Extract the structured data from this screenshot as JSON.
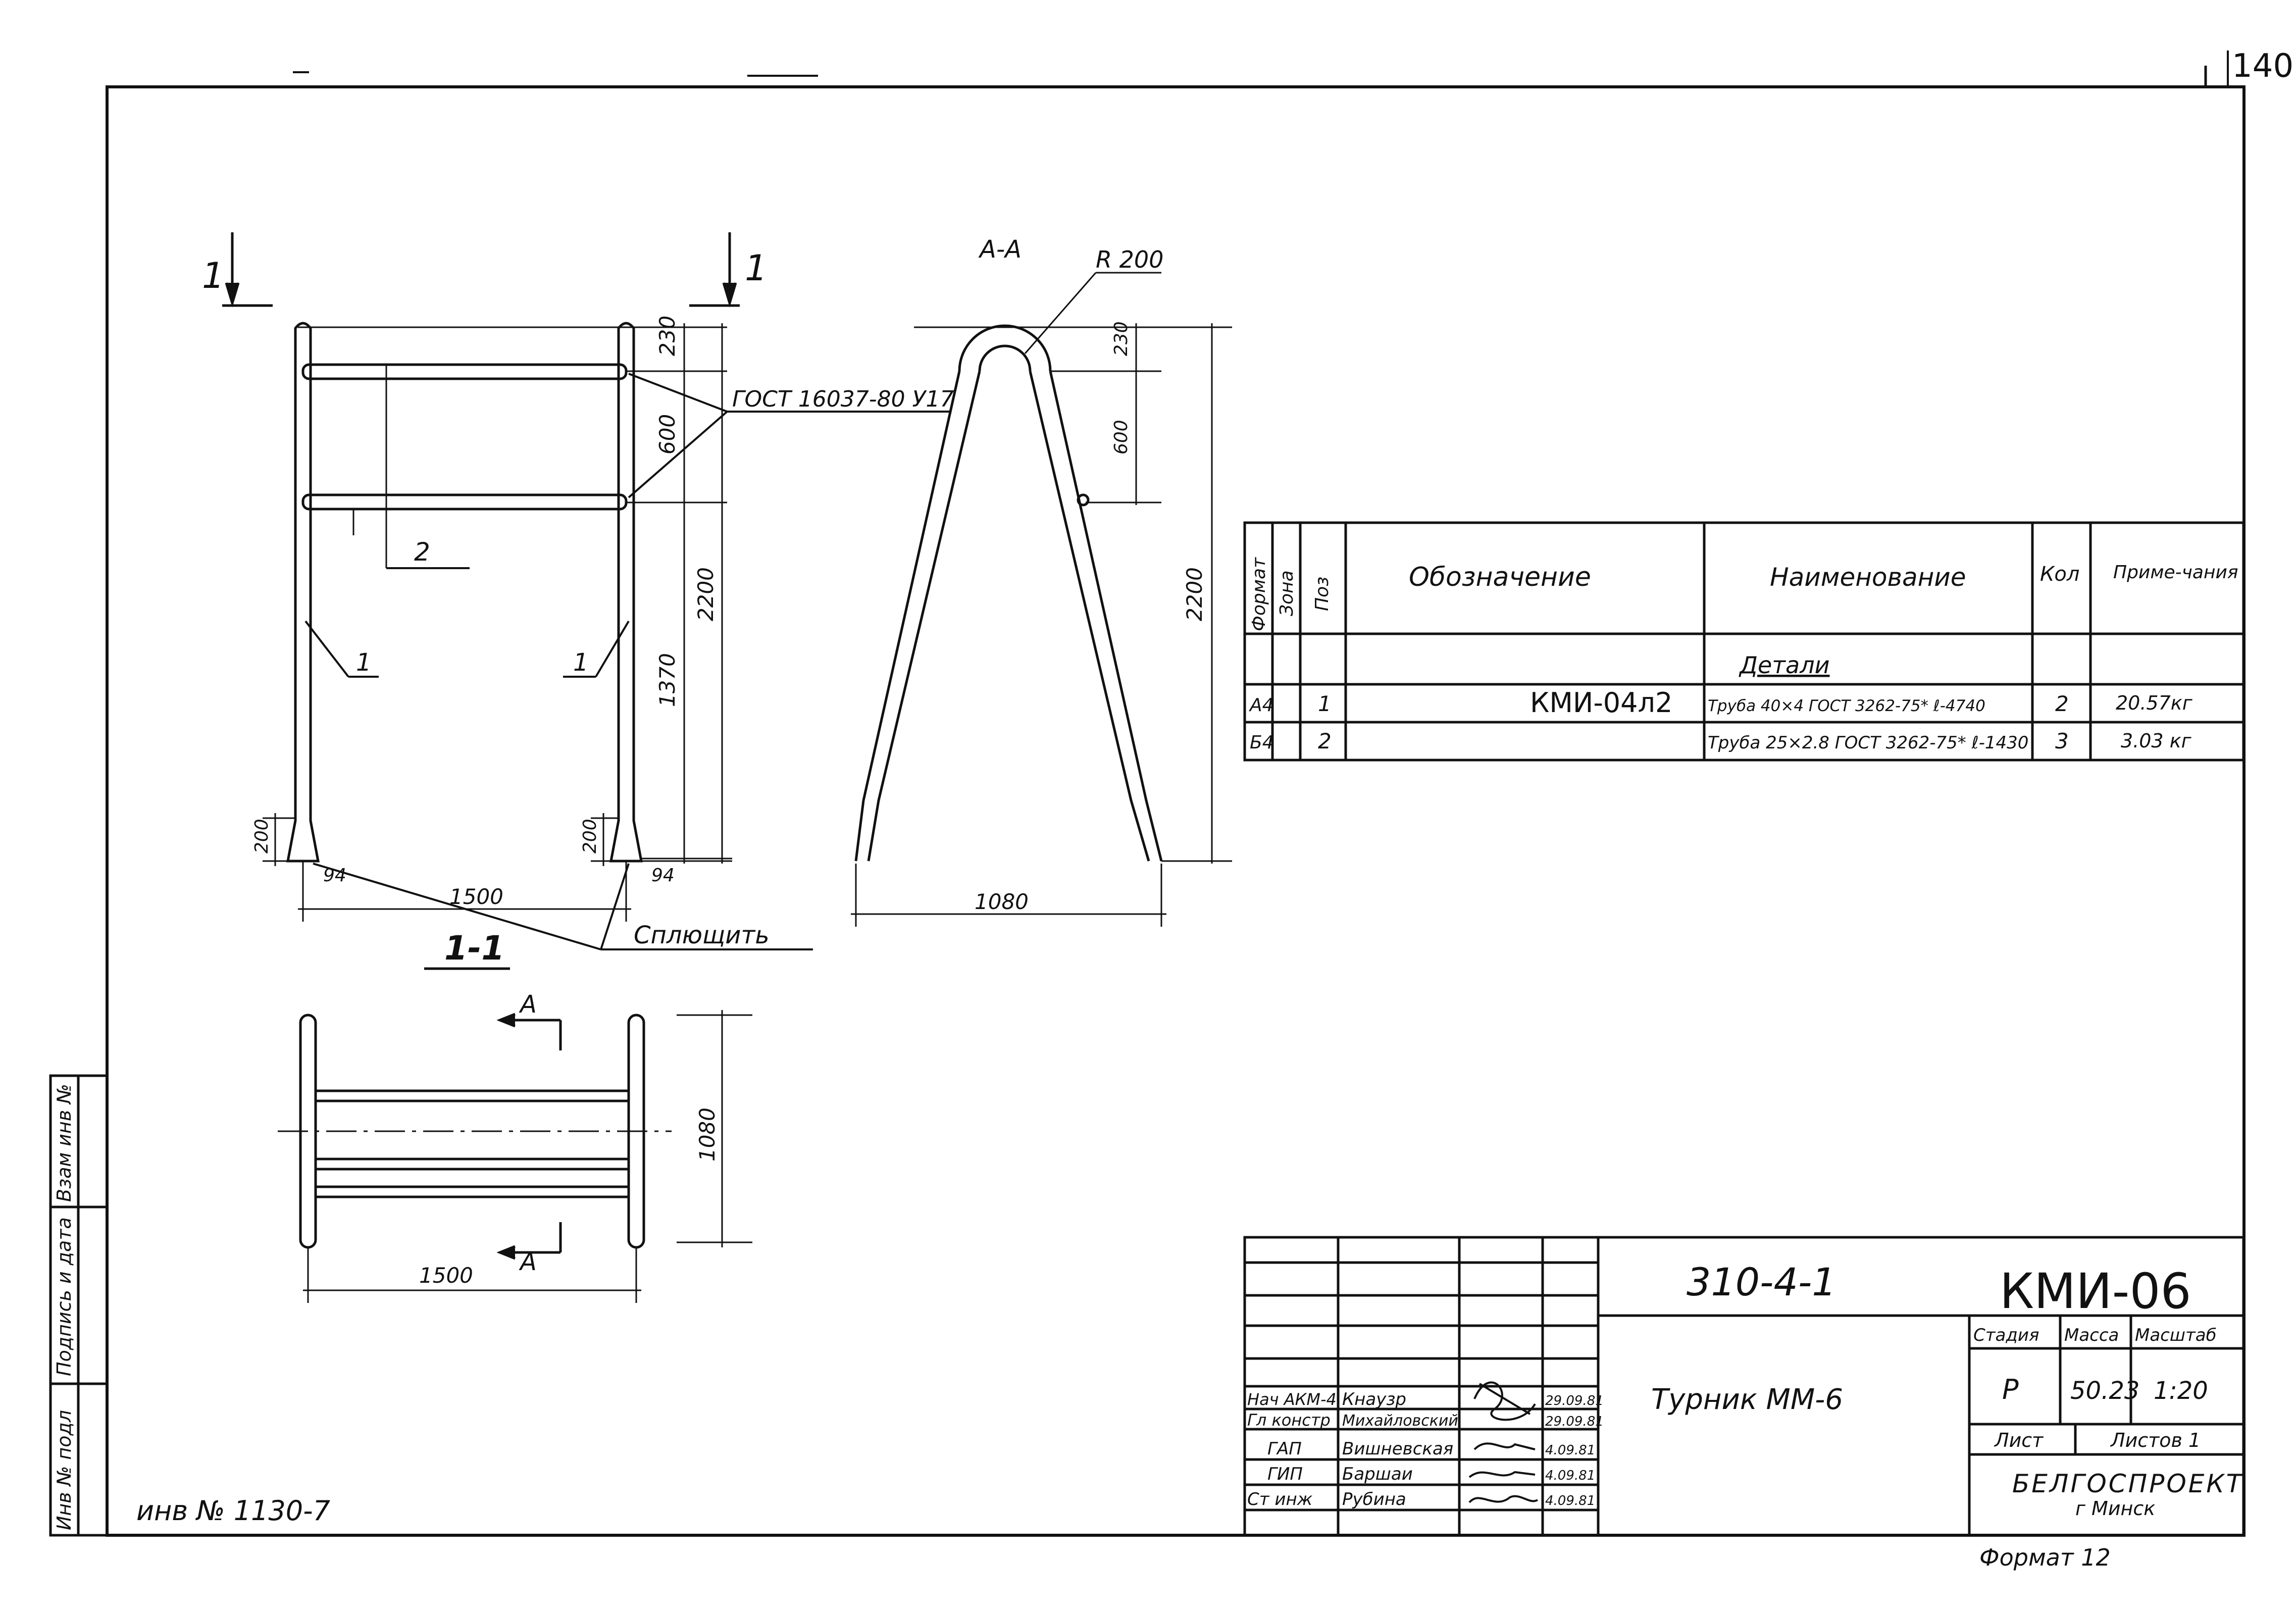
{
  "page_number": "140",
  "views": {
    "front": {
      "section_mark_left": "1",
      "section_mark_right": "1",
      "section_title": "1-1",
      "dims": {
        "top": "230",
        "middle": "600",
        "total": "2200",
        "lower": "1370",
        "flat_left": "200",
        "flat_right": "200",
        "width": "1500",
        "offset_left": "94",
        "offset_right": "94"
      },
      "callouts": {
        "gost": "ГОСТ 16037-80 У17",
        "pos_1_left": "1",
        "pos_1_right": "1",
        "pos_2": "2",
        "flatten": "Сплющить"
      }
    },
    "side": {
      "title": "А-А",
      "radius": "R 200",
      "dims": {
        "top": "230",
        "middle": "600",
        "total": "2200",
        "width": "1080"
      }
    },
    "plan": {
      "section_a_top": "А",
      "section_a_bottom": "А",
      "dims": {
        "depth": "1080",
        "width": "1500"
      }
    }
  },
  "spec_table": {
    "headers": {
      "format": "Формат",
      "zone": "Зона",
      "pos": "Поз",
      "designation": "Обозначение",
      "name": "Наименование",
      "qty": "Кол",
      "notes": "Приме-чания"
    },
    "section": "Детали",
    "rows": [
      {
        "format": "А4",
        "zone": "",
        "pos": "1",
        "designation": "КМИ-04л2",
        "name": "Труба 40×4 ГОСТ 3262-75* ℓ-4740",
        "qty": "2",
        "notes": "20.57кг"
      },
      {
        "format": "Б4",
        "zone": "",
        "pos": "2",
        "designation": "",
        "name": "Труба 25×2.8 ГОСТ 3262-75* ℓ-1430",
        "qty": "3",
        "notes": "3.03 кг"
      }
    ]
  },
  "title_block": {
    "project": "310-4-1",
    "code": "КМИ-06",
    "title": "Турник ММ-6",
    "stage_label": "Стадия",
    "mass_label": "Масса",
    "scale_label": "Масштаб",
    "stage": "Р",
    "mass": "50.23",
    "scale": "1:20",
    "sheet_label": "Лист",
    "sheets_label": "Листов 1",
    "org": "БЕЛГОСПРОЕКТ",
    "city": "г Минск",
    "signatures": [
      {
        "role": "Нач АКМ-4",
        "name": "Кнаузр",
        "date": "29.09.81"
      },
      {
        "role": "Гл констр",
        "name": "Михайловский",
        "date": "29.09.81"
      },
      {
        "role": "ГАП",
        "name": "Вишневская",
        "date": "4.09.81"
      },
      {
        "role": "ГИП",
        "name": "Баршаи",
        "date": "4.09.81"
      },
      {
        "role": "Ст инж",
        "name": "Рубина",
        "date": "4.09.81"
      }
    ]
  },
  "side_stamp": {
    "inv_orig": "Инв № подл",
    "sign_date": "Подпись и дата",
    "replace_inv": "Взам инв №"
  },
  "inventory": "инв № 1130-7",
  "format_note": "Формат 12"
}
